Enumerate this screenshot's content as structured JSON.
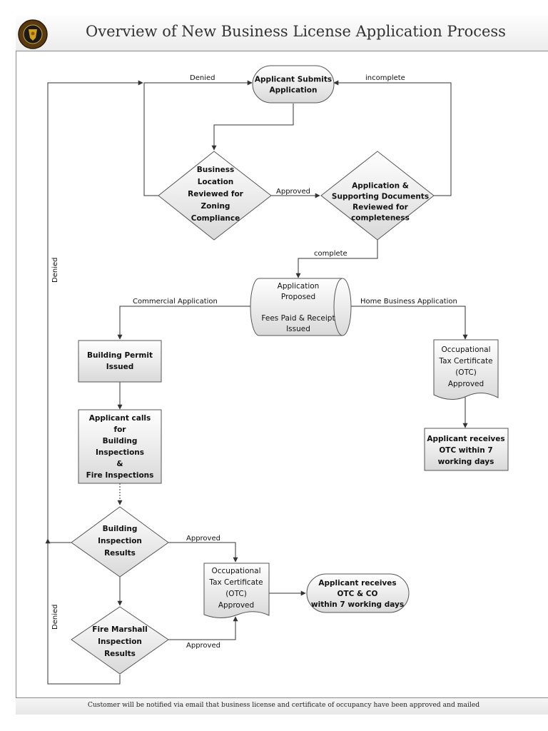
{
  "title": "Overview of New Business License Application Process",
  "logo": {
    "icon": "county-seal-icon",
    "ring_color": "#5a3a10",
    "center_color": "#d4a017"
  },
  "footer": "Customer will be notified via email that business license and certificate of occupancy have been approved and mailed",
  "nodes": {
    "submit": [
      "Applicant Submits",
      "Application"
    ],
    "zoning": [
      "Business",
      "Location",
      "Reviewed for",
      "Zoning",
      "Compliance"
    ],
    "docs": [
      "Application &",
      "Supporting Documents",
      "Reviewed for",
      "completeness"
    ],
    "proposed": [
      "Application",
      "Proposed",
      "",
      "Fees Paid & Receipt",
      "Issued"
    ],
    "permit": [
      "Building Permit",
      "Issued"
    ],
    "inspections": [
      "Applicant calls",
      "for",
      "Building",
      "Inspections",
      "&",
      "Fire Inspections"
    ],
    "building_results": [
      "Building",
      "Inspection",
      "Results"
    ],
    "fire_results": [
      "Fire Marshall",
      "Inspection",
      "Results"
    ],
    "otc_home": [
      "Occupational",
      "Tax Certificate",
      "(OTC)",
      "Approved"
    ],
    "otc_home_receive": [
      "Applicant  receives",
      "OTC within 7",
      "working days"
    ],
    "otc_commercial": [
      "Occupational",
      "Tax Certificate",
      "(OTC)",
      "Approved"
    ],
    "otc_co_receive": [
      "Applicant  receives",
      "OTC & CO",
      "within 7 working days"
    ]
  },
  "labels": {
    "denied_top": "Denied",
    "incomplete": "incomplete",
    "approved_zoning": "Approved",
    "complete": "complete",
    "commercial": "Commercial Application",
    "home": "Home Business  Application",
    "denied_left": "Denied",
    "approved_building": "Approved",
    "approved_fire": "Approved",
    "denied_bottom": "Denied"
  },
  "colors": {
    "shape_fill_top": "#ffffff",
    "shape_fill_bottom": "#d9d9d9",
    "stroke": "#555555",
    "line": "#333333"
  }
}
